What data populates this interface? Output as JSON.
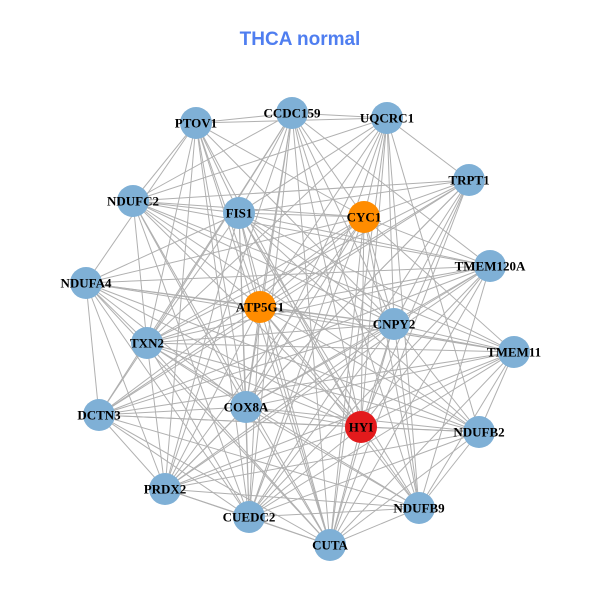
{
  "title": "THCA normal",
  "colors": {
    "default": "#7fb0d6",
    "orange": "#ff8c00",
    "red": "#e31a1c",
    "edge": "#b0b0b0",
    "title": "#4f7ef0"
  },
  "nodes": [
    {
      "label": "PTOV1",
      "color": "default",
      "links": [
        1,
        2,
        4,
        5,
        6,
        8,
        9,
        10,
        11,
        14,
        15,
        17,
        18,
        20
      ]
    },
    {
      "label": "CCDC159",
      "color": "default",
      "links": [
        2,
        4,
        5,
        6,
        7,
        9,
        10,
        11,
        13,
        14,
        15,
        17,
        18,
        19,
        20
      ]
    },
    {
      "label": "UQCRC1",
      "color": "default",
      "links": [
        3,
        4,
        5,
        6,
        9,
        10,
        11,
        14,
        15,
        16,
        18,
        19,
        20
      ]
    },
    {
      "label": "TRPT1",
      "color": "default",
      "links": [
        4,
        5,
        6,
        9,
        10,
        11,
        13,
        14,
        15,
        17,
        18,
        20
      ]
    },
    {
      "label": "NDUFC2",
      "color": "default",
      "links": [
        5,
        6,
        7,
        9,
        10,
        11,
        12,
        14,
        15,
        16,
        18,
        20
      ]
    },
    {
      "label": "FIS1",
      "color": "default",
      "links": [
        6,
        7,
        8,
        9,
        10,
        11,
        12,
        14,
        15,
        16,
        17,
        18,
        19,
        20
      ]
    },
    {
      "label": "CYC1",
      "color": "orange",
      "links": [
        7,
        8,
        9,
        10,
        11,
        12,
        13,
        14,
        15,
        17,
        18,
        19,
        20
      ]
    },
    {
      "label": "TMEM120A",
      "color": "default",
      "links": [
        8,
        9,
        10,
        11,
        13,
        14,
        15,
        17,
        18,
        19,
        20
      ]
    },
    {
      "label": "NDUFA4",
      "color": "default",
      "links": [
        9,
        10,
        11,
        12,
        13,
        14,
        15,
        16,
        17,
        18,
        20
      ]
    },
    {
      "label": "ATP5G1",
      "color": "orange",
      "links": [
        10,
        11,
        12,
        13,
        14,
        15,
        16,
        17,
        18,
        19,
        20
      ]
    },
    {
      "label": "CNPY2",
      "color": "default",
      "links": [
        11,
        12,
        13,
        14,
        15,
        16,
        17,
        18,
        19,
        20
      ]
    },
    {
      "label": "TXN2",
      "color": "default",
      "links": [
        12,
        13,
        14,
        15,
        16,
        17,
        18,
        19,
        20
      ]
    },
    {
      "label": "TMEM11",
      "color": "default",
      "links": [
        13,
        14,
        15,
        16,
        17,
        18,
        19,
        20
      ]
    },
    {
      "label": "DCTN3",
      "color": "default",
      "links": [
        14,
        15,
        16,
        17,
        18,
        19,
        20
      ]
    },
    {
      "label": "COX8A",
      "color": "default",
      "links": [
        15,
        16,
        17,
        18,
        19,
        20
      ]
    },
    {
      "label": "HYI",
      "color": "red",
      "links": [
        16,
        17,
        18,
        19,
        20
      ]
    },
    {
      "label": "NDUFB2",
      "color": "default",
      "links": [
        17,
        18,
        19,
        20
      ]
    },
    {
      "label": "PRDX2",
      "color": "default",
      "links": [
        18,
        19,
        20
      ]
    },
    {
      "label": "CUEDC2",
      "color": "default",
      "links": [
        19,
        20
      ]
    },
    {
      "label": "NDUFB9",
      "color": "default",
      "links": [
        20
      ]
    },
    {
      "label": "CUTA",
      "color": "default",
      "links": []
    }
  ]
}
